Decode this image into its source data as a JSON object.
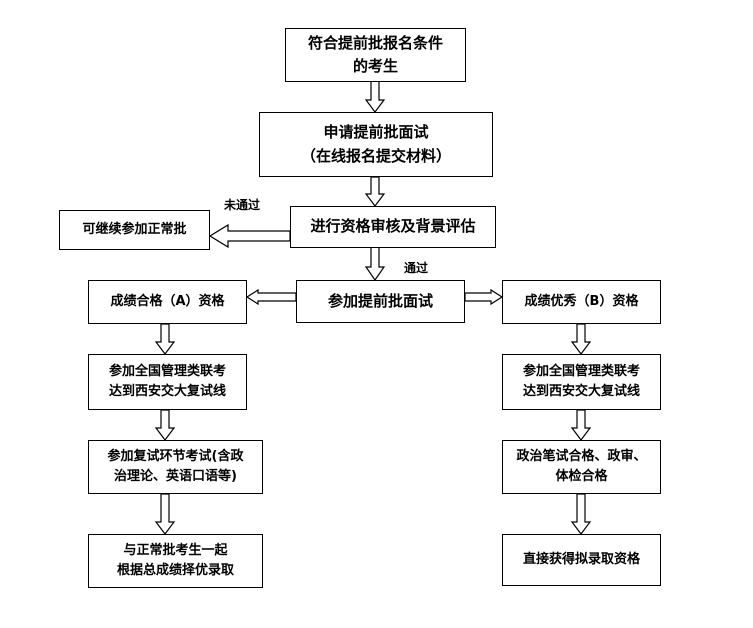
{
  "nodes": {
    "start": {
      "lines": [
        "符合提前批报名条件",
        "的考生"
      ]
    },
    "apply": {
      "lines": [
        "申请提前批面试",
        "（在线报名提交材料）"
      ]
    },
    "review": {
      "lines": [
        "进行资格审核及背景评估"
      ]
    },
    "reject": {
      "lines": [
        "可继续参加正常批"
      ]
    },
    "interview": {
      "lines": [
        "参加提前批面试"
      ]
    },
    "grade_a": {
      "lines": [
        "成绩合格（A）资格"
      ]
    },
    "grade_b": {
      "lines": [
        "成绩优秀（B）资格"
      ]
    },
    "a_exam": {
      "lines": [
        "参加全国管理类联考",
        "达到西安交大复试线"
      ]
    },
    "b_exam": {
      "lines": [
        "参加全国管理类联考",
        "达到西安交大复试线"
      ]
    },
    "a_retest": {
      "lines": [
        "参加复试环节考试(含政",
        "治理论、英语口语等)"
      ]
    },
    "b_check": {
      "lines": [
        "政治笔试合格、政审、",
        "体检合格"
      ]
    },
    "a_final": {
      "lines": [
        "与正常批考生一起",
        "根据总成绩择优录取"
      ]
    },
    "b_final": {
      "lines": [
        "直接获得拟录取资格"
      ]
    }
  },
  "labels": {
    "not_passed": "未通过",
    "passed": "通过"
  }
}
